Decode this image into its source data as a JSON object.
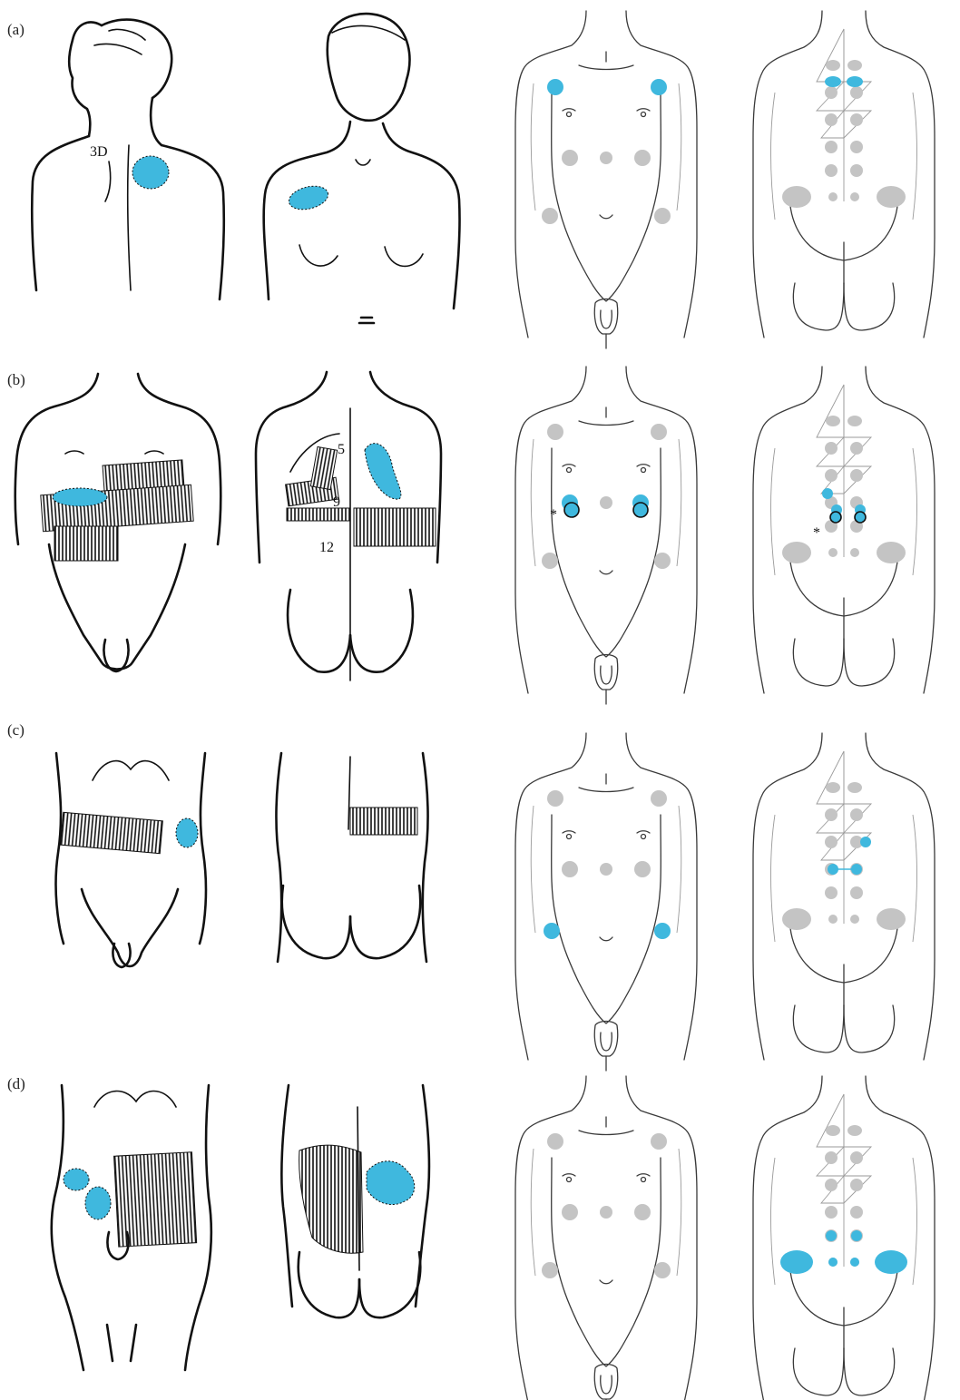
{
  "panels": [
    {
      "label": "(a)"
    },
    {
      "label": "(b)"
    },
    {
      "label": "(c)"
    },
    {
      "label": "(d)"
    }
  ],
  "annotations": {
    "a_level": "3D",
    "b_level_top": "5",
    "b_level_mid": "9",
    "b_level_low": "12",
    "asterisk": "*"
  },
  "colors": {
    "highlight": "#3fb8de",
    "trigger_point_gray": "#c4c4c4",
    "ink": "#111111"
  }
}
